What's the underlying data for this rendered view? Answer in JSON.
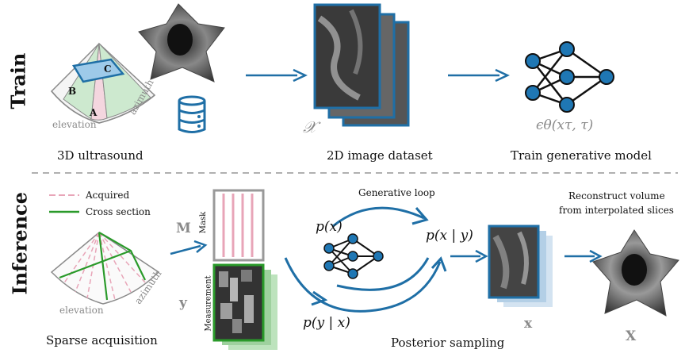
{
  "sections": {
    "train_label": "Train",
    "inference_label": "Inference"
  },
  "train": {
    "ultrasound_caption": "3D ultrasound",
    "dataset_caption": "2D image dataset",
    "model_caption": "Train generative model",
    "dataset_symbol": "𝒳",
    "model_symbol": "ϵθ(xτ, τ)",
    "plane_labels": [
      "A",
      "B",
      "C"
    ],
    "axis_elevation": "elevation",
    "axis_azimuth": "azimuth"
  },
  "inference": {
    "legend_acquired": "Acquired",
    "legend_cross_section": "Cross section",
    "sparse_caption": "Sparse acquisition",
    "axis_elevation": "elevation",
    "axis_azimuth": "azimuth",
    "mask_symbol": "M",
    "mask_label": "Mask",
    "measurement_symbol": "y",
    "measurement_label": "Measurement",
    "generative_loop": "Generative loop",
    "prior": "p(x)",
    "posterior": "p(x | y)",
    "likelihood": "p(y | x)",
    "sampling_caption": "Posterior sampling",
    "sample_symbol": "x",
    "reconstruct_line1": "Reconstruct volume",
    "reconstruct_line2": "from interpolated slices",
    "volume_symbol": "X"
  },
  "colors": {
    "arrow_blue": "#1f6fa6",
    "node_blue": "#1f77b4",
    "acquired_pink": "#e8a5b8",
    "cross_green": "#2a9a2a",
    "divider_grey": "#b0b0b0"
  }
}
